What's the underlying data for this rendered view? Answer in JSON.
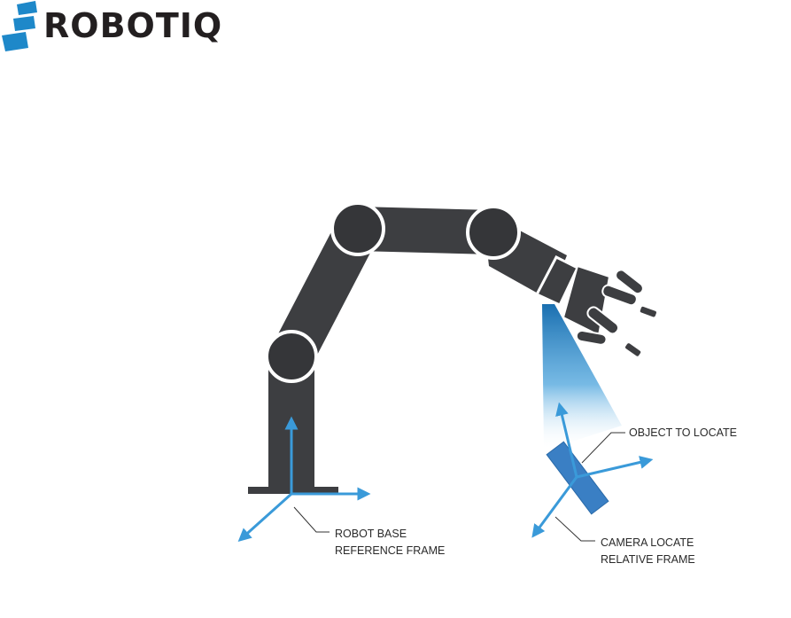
{
  "brand": {
    "name": "ROBOTIQ",
    "colors": {
      "logo_mark": "#1e88c9",
      "logo_text": "#231f20"
    }
  },
  "diagram": {
    "labels": {
      "object": "OBJECT TO LOCATE",
      "base_line1": "ROBOT BASE",
      "base_line2": "REFERENCE FRAME",
      "camera_line1": "CAMERA LOCATE",
      "camera_line2": "RELATIVE FRAME"
    },
    "colors": {
      "arm": "#3d3e41",
      "joint": "#353639",
      "joint_ring": "#ffffff",
      "axis": "#3a9ad9",
      "object": "#3a7fc4",
      "camera_beam": "#1a6fb0",
      "leader": "#333333"
    }
  }
}
